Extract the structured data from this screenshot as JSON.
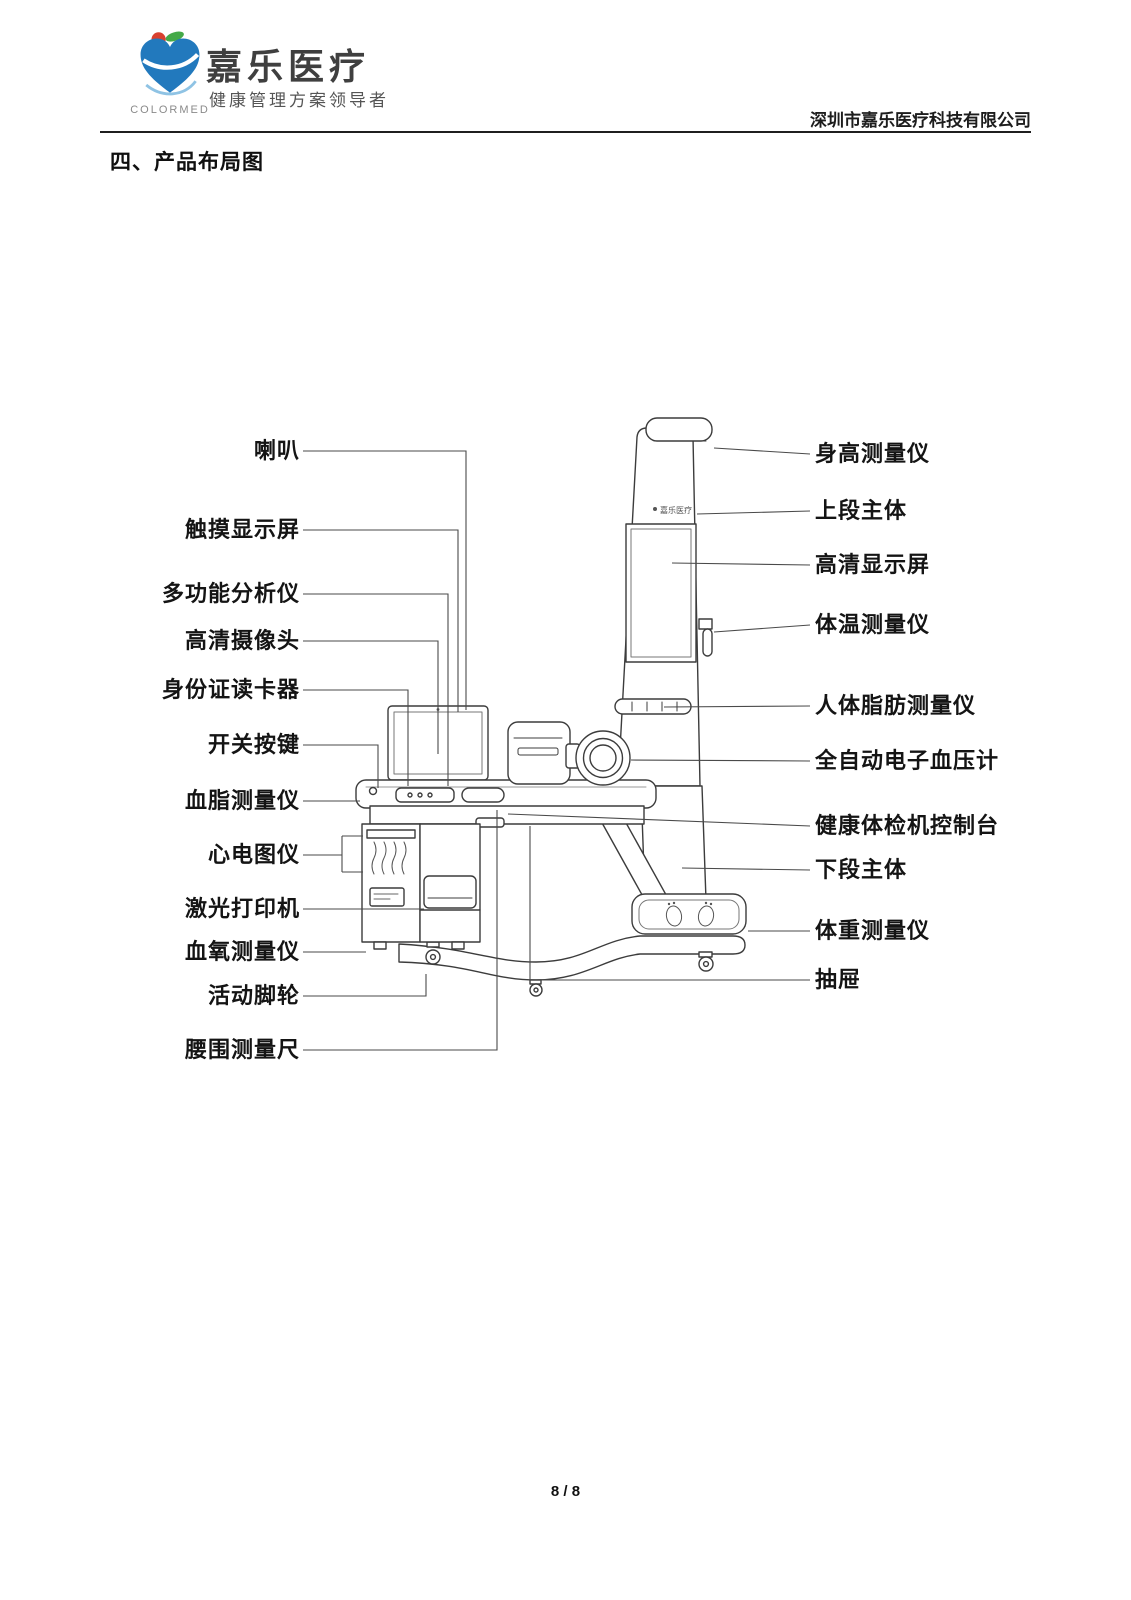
{
  "header": {
    "logo": {
      "brand_name": "嘉乐医疗",
      "tagline": "健康管理方案领导者",
      "logo_subtext": "COLORMED",
      "brand_color": "#2279bd",
      "accent_red": "#d8402f",
      "accent_green": "#44a948",
      "accent_lightblue": "#8fc3e4"
    },
    "company_name": "深圳市嘉乐医疗科技有限公司"
  },
  "section_title": "四、产品布局图",
  "diagram": {
    "machine_logo_text": "嘉乐医疗",
    "left_labels": [
      "喇叭",
      "触摸显示屏",
      "多功能分析仪",
      "高清摄像头",
      "身份证读卡器",
      "开关按键",
      "血脂测量仪",
      "心电图仪",
      "激光打印机",
      "血氧测量仪",
      "活动脚轮",
      "腰围测量尺"
    ],
    "right_labels": [
      "身高测量仪",
      "上段主体",
      "高清显示屏",
      "体温测量仪",
      "人体脂肪测量仪",
      "全自动电子血压计",
      "健康体检机控制台",
      "下段主体",
      "体重测量仪",
      "抽屉"
    ]
  },
  "footer": {
    "page_indicator": "8 / 8"
  }
}
